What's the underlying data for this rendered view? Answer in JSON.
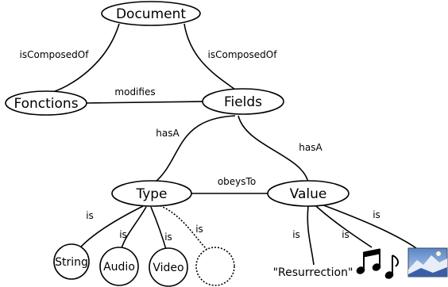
{
  "nodes": {
    "document": "Document",
    "fonctions": "Fonctions",
    "fields": "Fields",
    "type": "Type",
    "value": "Value",
    "string": "String",
    "audio": "Audio",
    "video": "Video",
    "resurrection": "\"Resurrection\""
  },
  "edges": {
    "doc_fonctions": "isComposedOf",
    "doc_fields": "isComposedOf",
    "fonctions_fields": "modifies",
    "fields_type": "hasA",
    "fields_value": "hasA",
    "type_value": "obeysTo",
    "type_string": "is",
    "type_audio": "is",
    "type_video": "is",
    "type_other": "is",
    "value_resurrection": "is",
    "value_music": "is",
    "value_image": "is"
  },
  "icons": {
    "music": "music-notes-icon",
    "image": "landscape-image-icon"
  }
}
